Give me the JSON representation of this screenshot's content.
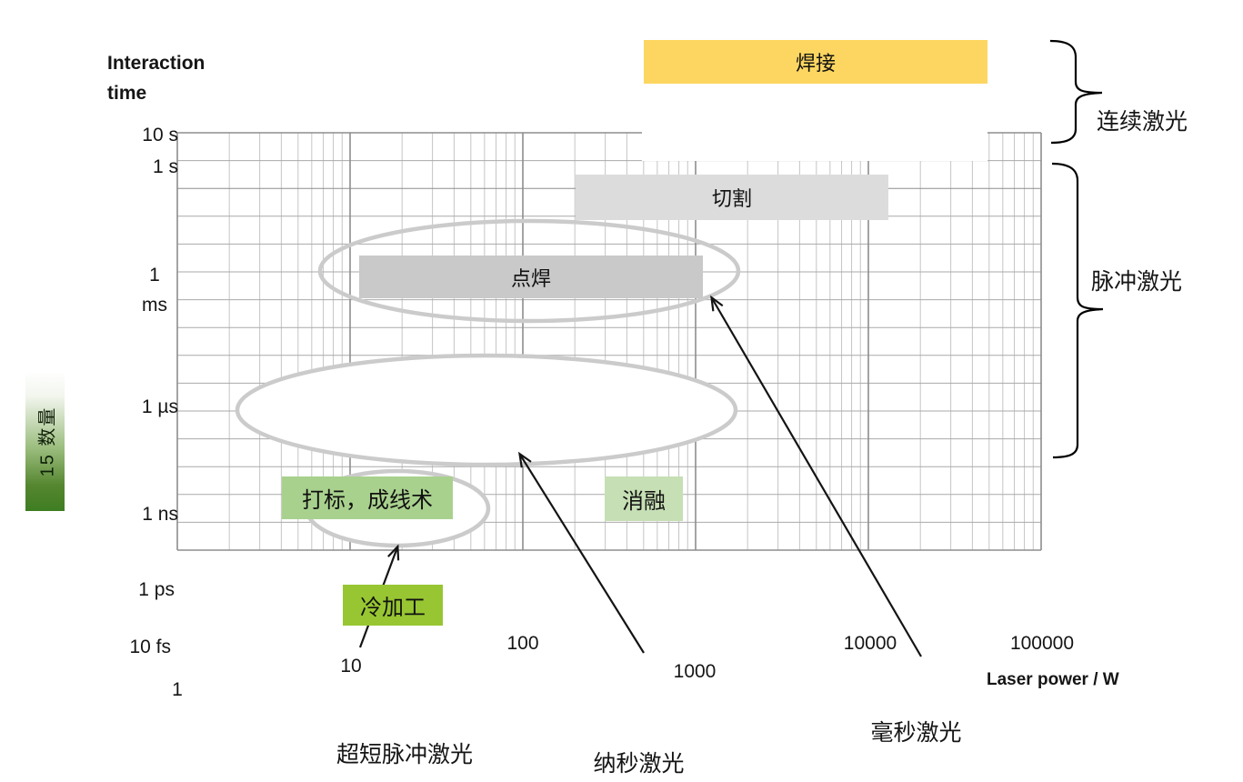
{
  "y_axis": {
    "title_line1": "Interaction",
    "title_line2": "time",
    "ticks": [
      "10 s",
      "1 s",
      "1\nms",
      "1 µs",
      "1 ns",
      "1 ps",
      "10 fs"
    ]
  },
  "x_axis": {
    "title": "Laser power / W",
    "ticks": [
      "1",
      "10",
      "100",
      "1000",
      "10000",
      "100000"
    ]
  },
  "regions": [
    {
      "id": "welding",
      "label": "焊接",
      "fill": "#FCD660"
    },
    {
      "id": "cutting",
      "label": "切割",
      "fill": "#DCDCDC"
    },
    {
      "id": "spot-welding",
      "label": "点焊",
      "fill": "#C9C9C9"
    },
    {
      "id": "marking",
      "label": "打标，成线术",
      "fill": "#A9D18E"
    },
    {
      "id": "ablation",
      "label": "消融",
      "fill": "#C6DFB5"
    },
    {
      "id": "cold-working",
      "label": "冷加工",
      "fill": "#97C632"
    }
  ],
  "bracket_labels": [
    {
      "id": "cw-laser",
      "label": "连续激光"
    },
    {
      "id": "pulsed-laser",
      "label": "脉冲激光"
    }
  ],
  "bottom_labels": [
    {
      "id": "ultrashort-pulse-laser",
      "label": "超短脉冲激光"
    },
    {
      "id": "nanosecond-laser",
      "label": "纳秒激光"
    },
    {
      "id": "millisecond-laser",
      "label": "毫秒激光"
    }
  ],
  "sidebar_tab": {
    "label": "15 数量",
    "gradient_bottom": "#3E7D22"
  },
  "chart_data": {
    "type": "area",
    "title": "",
    "xlabel": "Laser power / W",
    "ylabel": "Interaction time",
    "x_scale": "log",
    "y_scale": "log",
    "x_ticks": [
      1,
      10,
      100,
      1000,
      10000,
      100000
    ],
    "y_ticks": [
      "10 s",
      "1 s",
      "1 ms",
      "1 µs",
      "1 ns",
      "1 ps",
      "10 fs"
    ],
    "grid": "log-log, minor decade lines on",
    "regions": [
      {
        "name": "焊接",
        "laser_power_W": [
          500,
          50000
        ],
        "interaction_time": "continuous (above 10 s)"
      },
      {
        "name": "切割",
        "laser_power_W": [
          200,
          13000
        ],
        "interaction_time": "0.04–0.6 s"
      },
      {
        "name": "点焊",
        "laser_power_W": [
          11,
          1100
        ],
        "interaction_time": "0.4–5 ms"
      },
      {
        "name": "打标，成线术",
        "laser_power_W": [
          4,
          40
        ],
        "interaction_time": "1–10 ns"
      },
      {
        "name": "消融",
        "laser_power_W": [
          300,
          850
        ],
        "interaction_time": "1–10 ns"
      },
      {
        "name": "冷加工",
        "laser_power_W": [
          9,
          35
        ],
        "interaction_time": "fs–ps regime (below 1 ns)"
      }
    ],
    "ellipse_annotations": [
      {
        "around": "点焊",
        "laser_power_W": [
          7,
          1800
        ],
        "interaction_time": "0.2–20 ms"
      },
      {
        "around": "microsecond regime",
        "laser_power_W": [
          2,
          1700
        ],
        "interaction_time": "0.02–20 µs"
      },
      {
        "around": "打标，成线术",
        "laser_power_W": [
          6,
          60
        ],
        "interaction_time": "0.5–50 ns"
      }
    ],
    "laser_class_brackets": [
      "连续激光",
      "脉冲激光"
    ],
    "laser_type_annotations": [
      "超短脉冲激光",
      "纳秒激光",
      "毫秒激光"
    ],
    "legend_position": "none"
  }
}
